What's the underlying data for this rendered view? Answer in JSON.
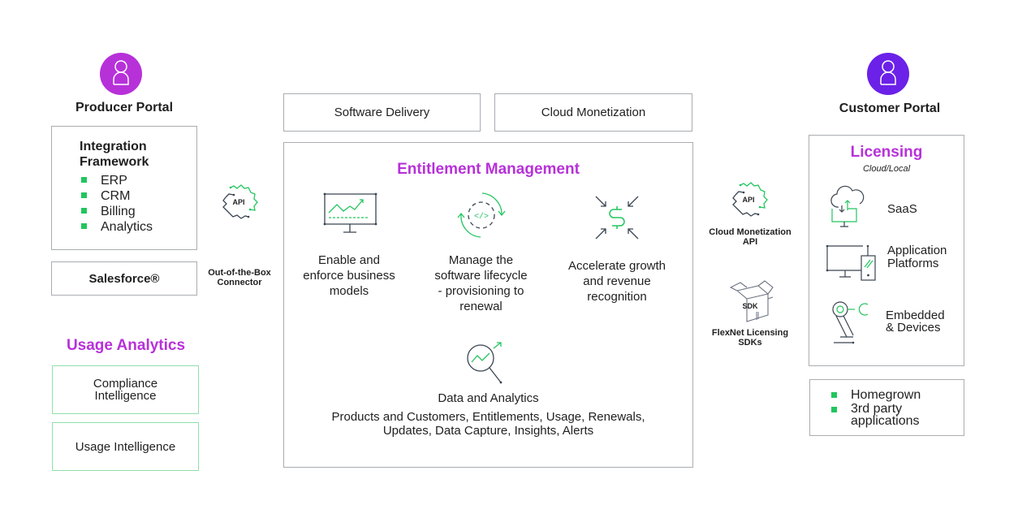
{
  "colors": {
    "producer_accent": "#b731d9",
    "customer_accent": "#6b21e8",
    "title_purple": "#b731d9",
    "green": "#22c55e",
    "border_gray": "#a9adb1",
    "border_green": "#8fe0aa",
    "icon_dark": "#3a4450"
  },
  "producer": {
    "icon": "user-icon",
    "title": "Producer Portal",
    "integration": {
      "title_line1": "Integration",
      "title_line2": "Framework",
      "items": [
        "ERP",
        "CRM",
        "Billing",
        "Analytics"
      ]
    },
    "salesforce": "Salesforce®"
  },
  "connector": {
    "icon": "api-gear-icon",
    "icon_label": "API",
    "label_line1": "Out-of-the-Box",
    "label_line2": "Connector"
  },
  "usage_analytics": {
    "title": "Usage Analytics",
    "items": [
      {
        "line1": "Compliance",
        "line2": "Intelligence"
      },
      {
        "line1": "Usage Intelligence",
        "line2": ""
      }
    ]
  },
  "top_tabs": [
    "Software Delivery",
    "Cloud Monetization"
  ],
  "entitlement": {
    "title": "Entitlement Management",
    "features": [
      {
        "icon": "monitor-chart-icon",
        "lines": [
          "Enable and",
          "enforce business",
          "models"
        ]
      },
      {
        "icon": "code-cycle-icon",
        "lines": [
          "Manage the",
          "software lifecycle",
          "- provisioning to",
          "renewal"
        ]
      },
      {
        "icon": "dollar-arrows-icon",
        "lines": [
          "Accelerate growth",
          "and revenue",
          "recognition"
        ]
      }
    ],
    "analytics": {
      "icon": "magnifier-chart-icon",
      "title": "Data and Analytics",
      "line1": "Products and Customers, Entitlements, Usage, Renewals,",
      "line2": "Updates, Data Capture, Insights, Alerts"
    }
  },
  "middle_right": {
    "api": {
      "icon": "api-gear-icon",
      "icon_label": "API",
      "line1": "Cloud Monetization",
      "line2": "API"
    },
    "sdk": {
      "icon": "sdk-box-icon",
      "icon_label": "SDK",
      "line1": "FlexNet Licensing",
      "line2": "SDKs"
    }
  },
  "customer": {
    "icon": "user-icon",
    "title": "Customer Portal",
    "licensing": {
      "title": "Licensing",
      "subtitle": "Cloud/Local",
      "items": [
        {
          "icon": "cloud-saas-icon",
          "line1": "SaaS",
          "line2": ""
        },
        {
          "icon": "monitor-phone-icon",
          "line1": "Application",
          "line2": "Platforms"
        },
        {
          "icon": "robot-arm-icon",
          "line1": "Embedded",
          "line2": "& Devices"
        }
      ]
    },
    "apps": [
      "Homegrown",
      "3rd party applications"
    ]
  }
}
